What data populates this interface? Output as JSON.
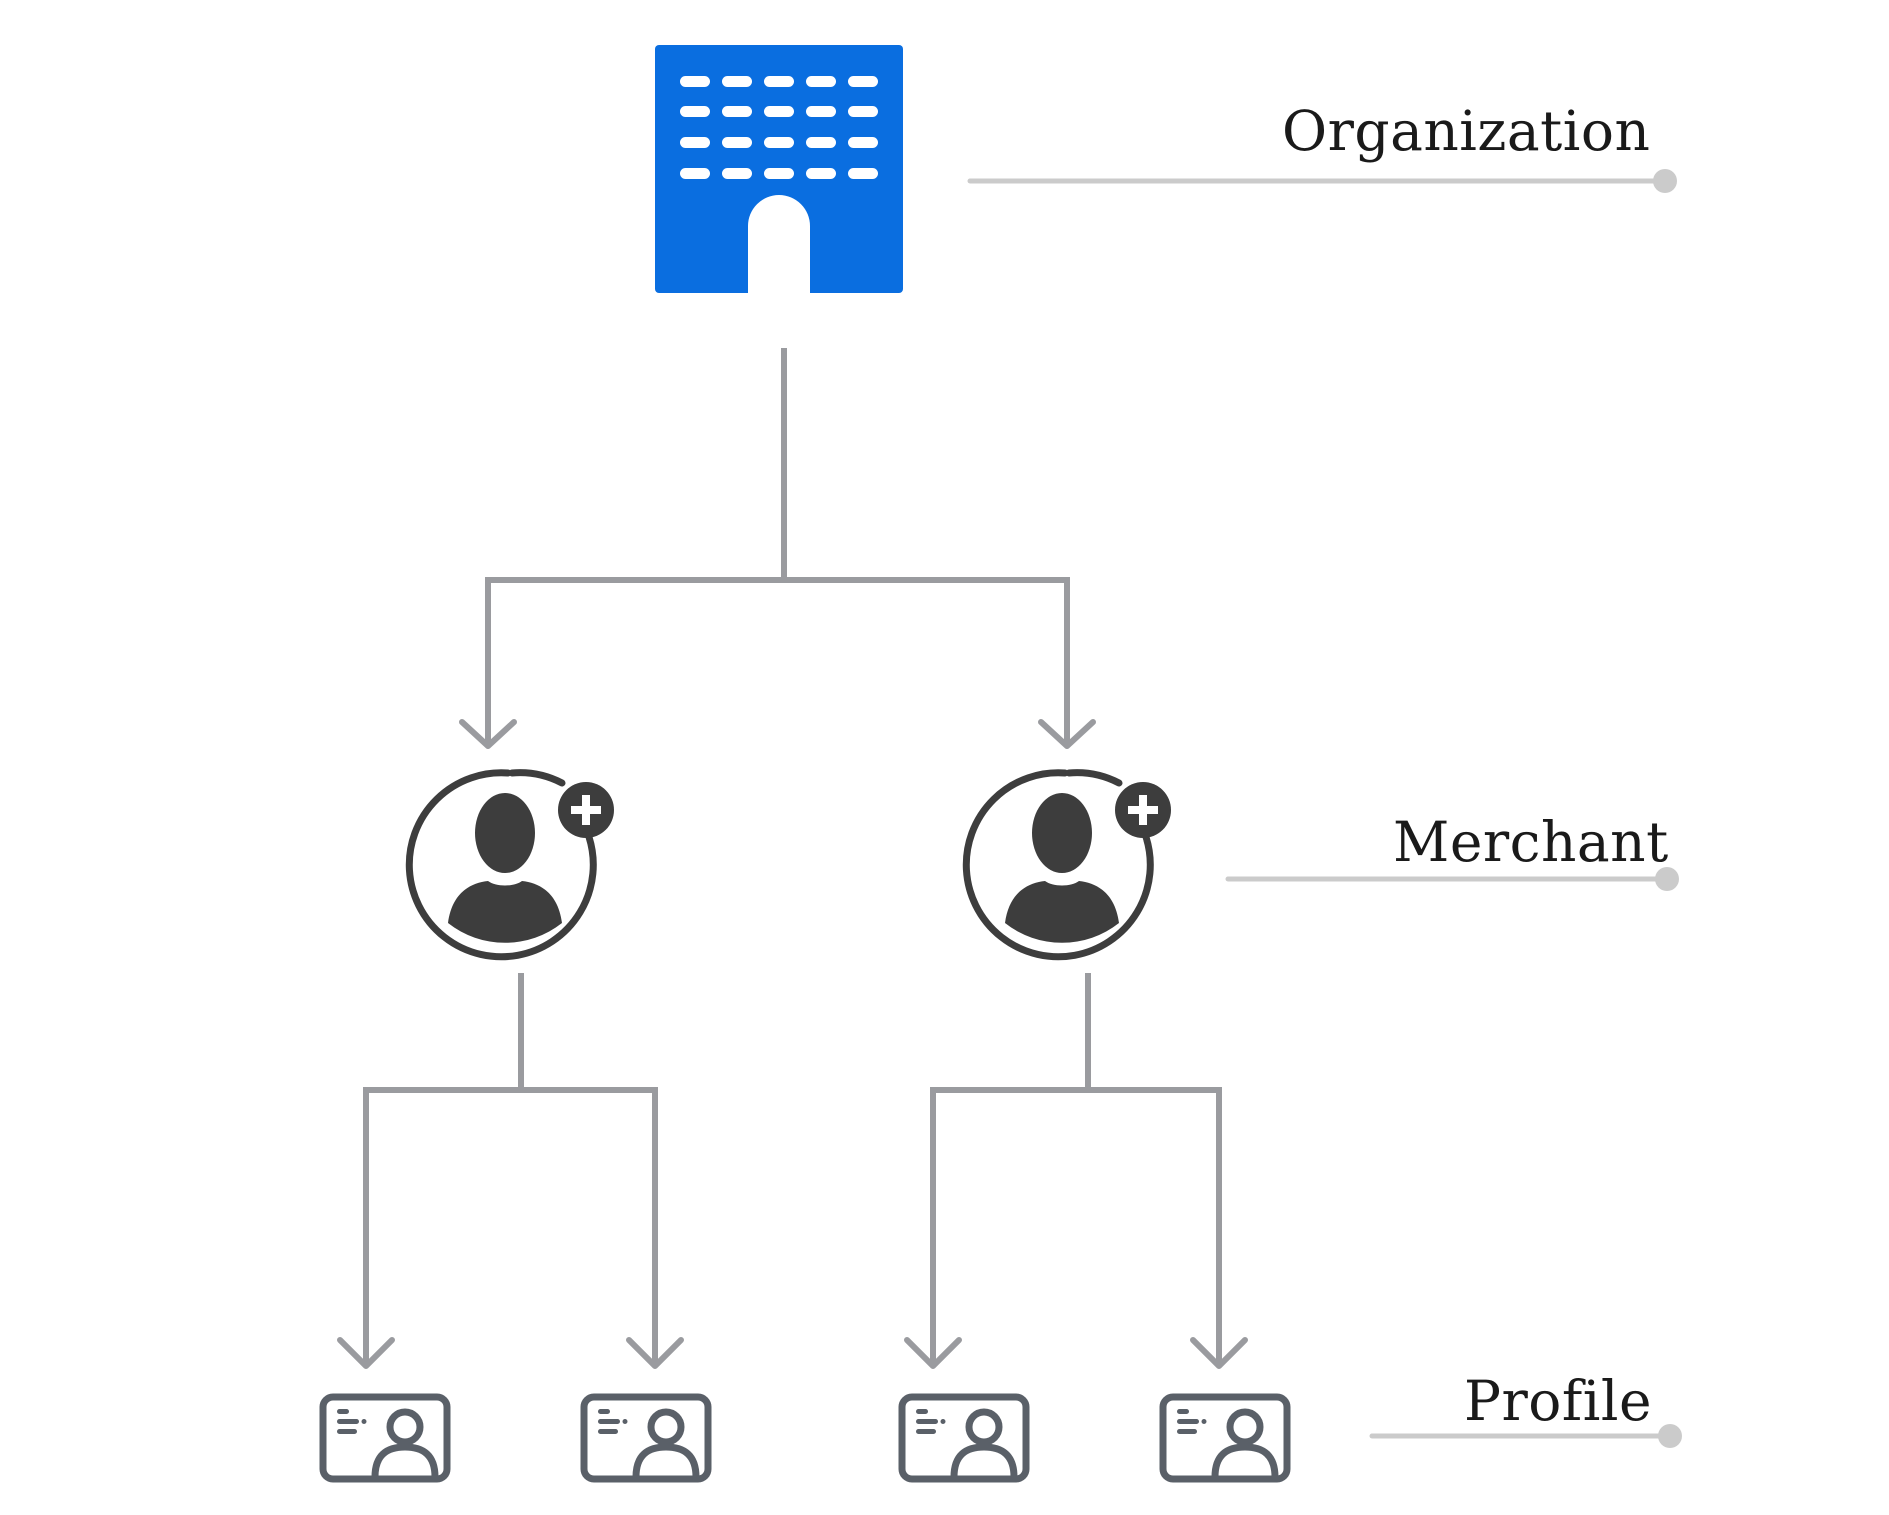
{
  "diagram": {
    "title": "Organization hierarchy",
    "levels": [
      {
        "id": "organization",
        "label": "Organization",
        "icon": "building-icon"
      },
      {
        "id": "merchant",
        "label": "Merchant",
        "icon": "add-user-icon"
      },
      {
        "id": "profile",
        "label": "Profile",
        "icon": "id-card-icon"
      }
    ],
    "nodes": [
      {
        "id": "org",
        "level": "organization",
        "icon": "building-icon"
      },
      {
        "id": "merchant-1",
        "level": "merchant",
        "parent": "org",
        "icon": "add-user-icon"
      },
      {
        "id": "merchant-2",
        "level": "merchant",
        "parent": "org",
        "icon": "add-user-icon"
      },
      {
        "id": "profile-1",
        "level": "profile",
        "parent": "merchant-1",
        "icon": "id-card-icon"
      },
      {
        "id": "profile-2",
        "level": "profile",
        "parent": "merchant-1",
        "icon": "id-card-icon"
      },
      {
        "id": "profile-3",
        "level": "profile",
        "parent": "merchant-2",
        "icon": "id-card-icon"
      },
      {
        "id": "profile-4",
        "level": "profile",
        "parent": "merchant-2",
        "icon": "id-card-icon"
      }
    ],
    "edges": [
      {
        "from": "org",
        "to": "merchant-1"
      },
      {
        "from": "org",
        "to": "merchant-2"
      },
      {
        "from": "merchant-1",
        "to": "profile-1"
      },
      {
        "from": "merchant-1",
        "to": "profile-2"
      },
      {
        "from": "merchant-2",
        "to": "profile-3"
      },
      {
        "from": "merchant-2",
        "to": "profile-4"
      }
    ],
    "colors": {
      "building": "#0a6ee0",
      "icon_dark": "#3d3d3d",
      "card": "#5a6068",
      "connector": "#9a9b9f",
      "guide": "#cbcbcb",
      "label": "#1a1a1a",
      "background": "#ffffff"
    }
  }
}
